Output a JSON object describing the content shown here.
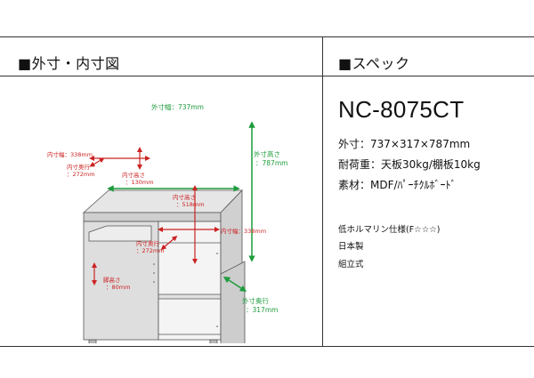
{
  "left_section": {
    "title": "■外寸・内寸図"
  },
  "right_section": {
    "title": "■スペック"
  },
  "spec": {
    "model": "NC-8075CT",
    "outer_size": "外寸：737×317×787mm",
    "load": "耐荷重：天板30kg/棚板10kg",
    "material": "素材：MDF/ﾊﾟｰﾁｸﾙﾎﾞｰﾄﾞ",
    "features": [
      "低ホルマリン仕様(F☆☆☆)",
      "日本製",
      "組立式"
    ]
  },
  "diagram": {
    "outer_width_label": "外寸幅：737mm",
    "outer_height_label": "外寸高さ",
    "outer_height_value": "：787mm",
    "outer_depth_label": "外寸奥行",
    "outer_depth_value": "：317mm",
    "inner_width_top_label": "内寸幅：338mm",
    "inner_depth_top_label": "内寸奥行",
    "inner_depth_top_value": "：272mm",
    "inner_height_top_label": "内寸高さ",
    "inner_height_top_value": "：130mm",
    "inner_height_mid_label": "内寸高さ",
    "inner_height_mid_value": "：518mm",
    "inner_width_right_label": "内寸幅：338mm",
    "inner_depth_bottom_label": "内寸奥行",
    "inner_depth_bottom_value": "：272mm",
    "leg_height_label": "脚高さ",
    "leg_height_value": "：80mm"
  }
}
